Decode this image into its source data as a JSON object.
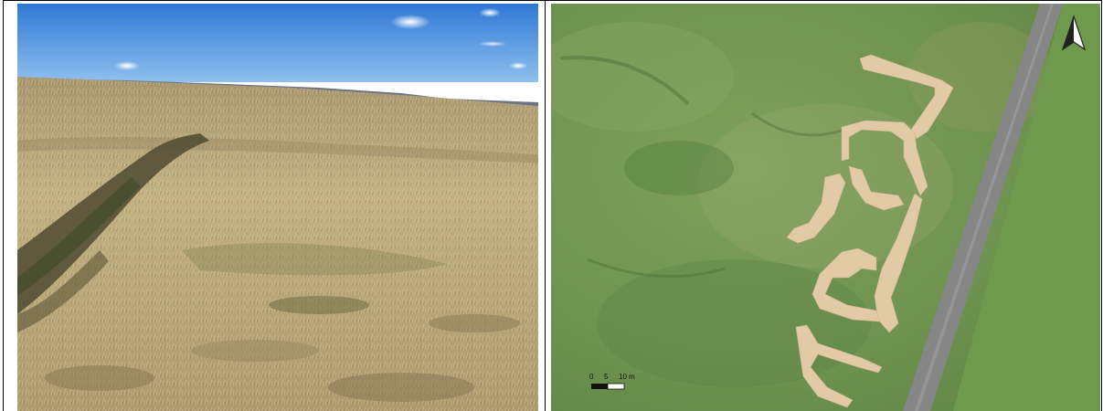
{
  "scale_bar": {
    "tick_0": "0",
    "tick_5": "5",
    "tick_10": "10 m"
  },
  "north_arrow": {
    "icon": "north-arrow-icon"
  },
  "colors": {
    "sky": "#3f86dd",
    "grass_dry": "#b8a679",
    "aerial_green": "#6e9850",
    "feature_fill": "#e3cba9",
    "road": "#858585"
  }
}
